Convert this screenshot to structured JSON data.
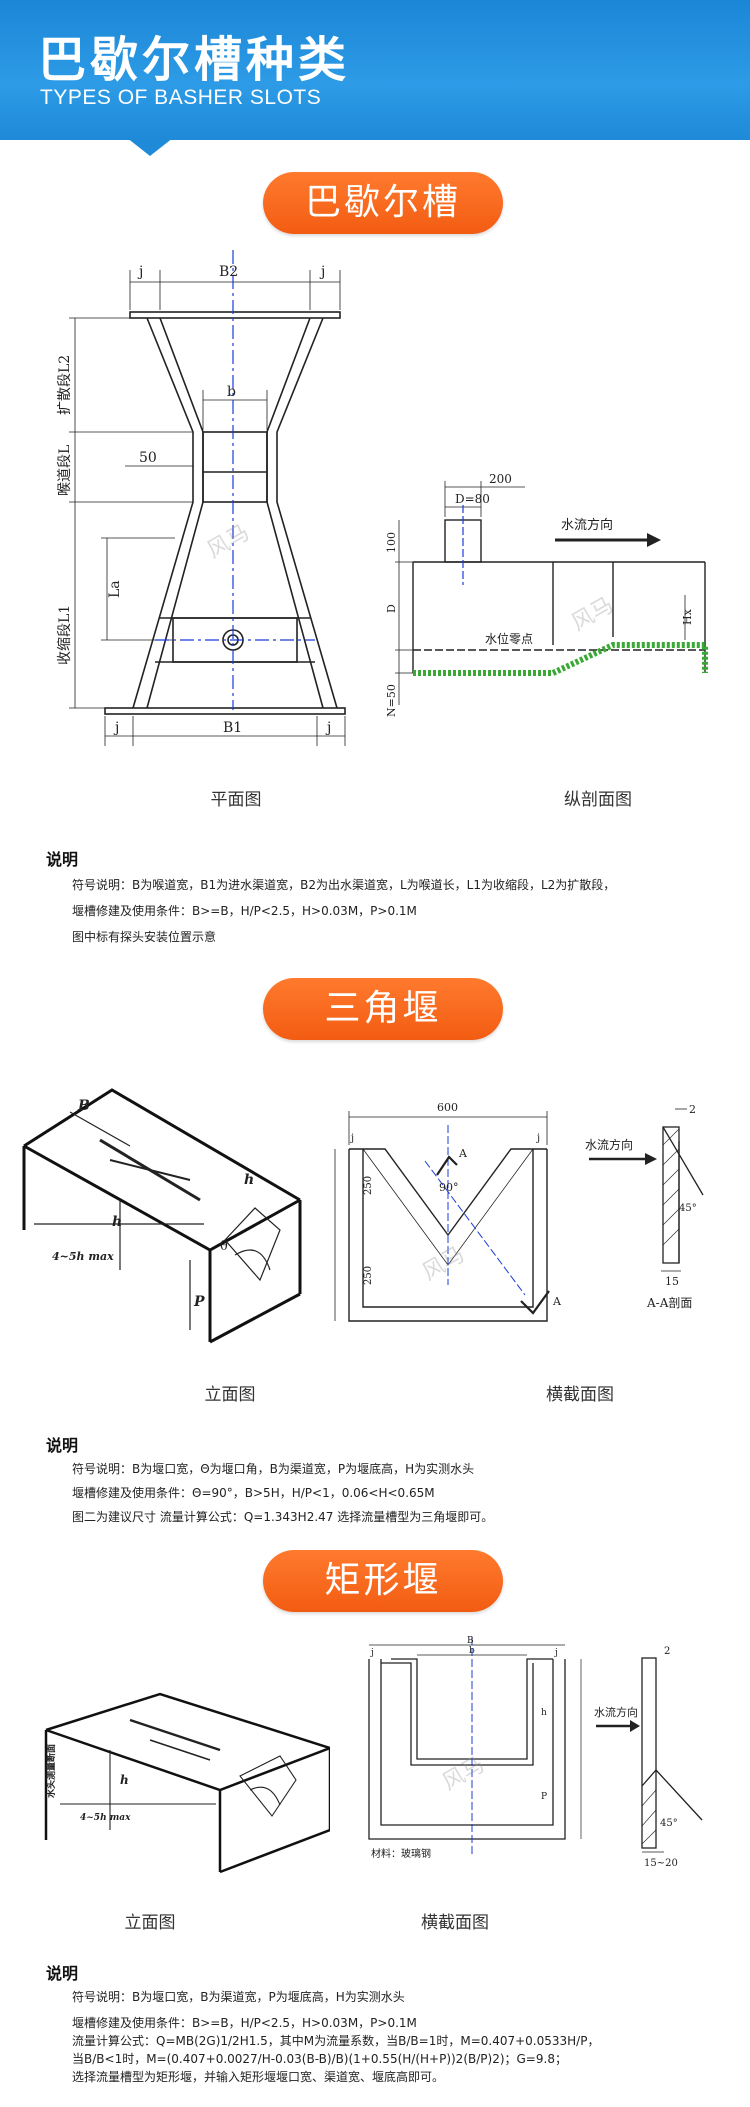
{
  "header": {
    "title": "巴歇尔槽种类",
    "subtitle": "TYPES OF BASHER SLOTS"
  },
  "watermark": "风马",
  "sections": [
    {
      "title": "巴歇尔槽",
      "figure_labels": [
        "平面图",
        "纵剖面图"
      ],
      "diagram_labels": {
        "j": "j",
        "b2": "B2",
        "b": "b",
        "b1": "B1",
        "fifty": "50",
        "la": "La",
        "expand": "扩散段L2",
        "throat": "喉道段L",
        "contract": "收缩段L1",
        "d200": "200",
        "d80": "D=80",
        "d100": "100",
        "dD": "D",
        "dN": "N=50",
        "flow": "水流方向",
        "zero": "水位零点",
        "hx": "Hx"
      },
      "desc_title": "说明",
      "desc_lines": [
        "符号说明：B为喉道宽，B1为进水渠道宽，B2为出水渠道宽，L为喉道长，L1为收缩段，L2为扩散段，",
        "堰槽修建及使用条件：B>=B，H/P<2.5，H>0.03M，P>0.1M",
        "图中标有探头安装位置示意"
      ]
    },
    {
      "title": "三角堰",
      "figure_labels": [
        "立面图",
        "横截面图"
      ],
      "diagram_labels": {
        "b": "B",
        "h": "h",
        "p": "P",
        "theta": "θ",
        "scale": "4~5h max",
        "d600": "600",
        "d250a": "250",
        "d250b": "250",
        "angle": "90°",
        "a": "A",
        "flow": "水流方向",
        "aa": "A-A剖面",
        "deg45": "45°",
        "d15": "15",
        "d2": "2",
        "j": "j"
      },
      "desc_title": "说明",
      "desc_lines": [
        "符号说明：B为堰口宽，Θ为堰口角，B为渠道宽，P为堰底高，H为实测水头",
        "堰槽修建及使用条件：Θ=90°，B>5H，H/P<1，0.06<H<0.65M",
        "图二为建议尺寸   流量计算公式：Q=1.343H2.47   选择流量槽型为三角堰即可。"
      ]
    },
    {
      "title": "矩形堰",
      "figure_labels": [
        "立面图",
        "横截面图"
      ],
      "diagram_labels": {
        "side": "水头测量断面",
        "h": "h",
        "scale": "4~5h max",
        "b": "B",
        "bs": "b",
        "hh": "h",
        "p": "P",
        "j": "j",
        "material": "材料：玻璃钢",
        "flow": "水流方向",
        "d2": "2",
        "deg45": "45°",
        "d1520": "15~20"
      },
      "desc_title": "说明",
      "desc_lines": [
        "符号说明：B为堰口宽，B为渠道宽，P为堰底高，H为实测水头",
        "堰槽修建及使用条件：B>=B，H/P<2.5，H>0.03M，P>0.1M",
        "流量计算公式：Q=MB(2G)1/2H1.5，其中M为流量系数，当B/B=1时，M=0.407+0.0533H/P，",
        "当B/B<1时，M=(0.407+0.0027/H-0.03(B-B)/B)(1+0.55(H/(H+P))2(B/P)2)；G=9.8；",
        "选择流量槽型为矩形堰，并输入矩形堰堰口宽、渠道宽、堰底高即可。"
      ]
    }
  ],
  "colors": {
    "banner": "#1e8ad8",
    "pill": "#f25c12",
    "accent_line": "#1a3cd8",
    "green": "#3aa835"
  }
}
